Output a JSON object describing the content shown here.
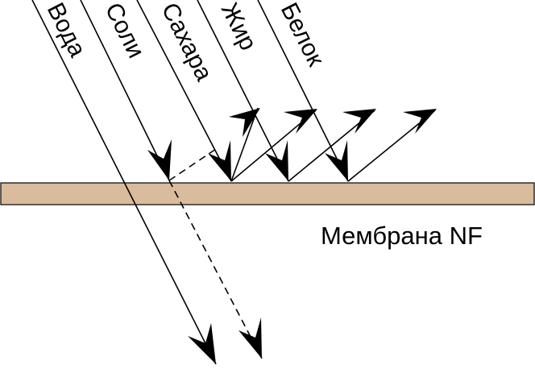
{
  "membrane": {
    "label": "Мембрана NF",
    "color": "#d9bc9c"
  },
  "components": [
    {
      "name": "Вода",
      "behavior": "passes"
    },
    {
      "name": "Соли",
      "behavior": "partially-passes"
    },
    {
      "name": "Сахара",
      "behavior": "rejected"
    },
    {
      "name": "Жир",
      "behavior": "rejected"
    },
    {
      "name": "Белок",
      "behavior": "rejected"
    }
  ]
}
